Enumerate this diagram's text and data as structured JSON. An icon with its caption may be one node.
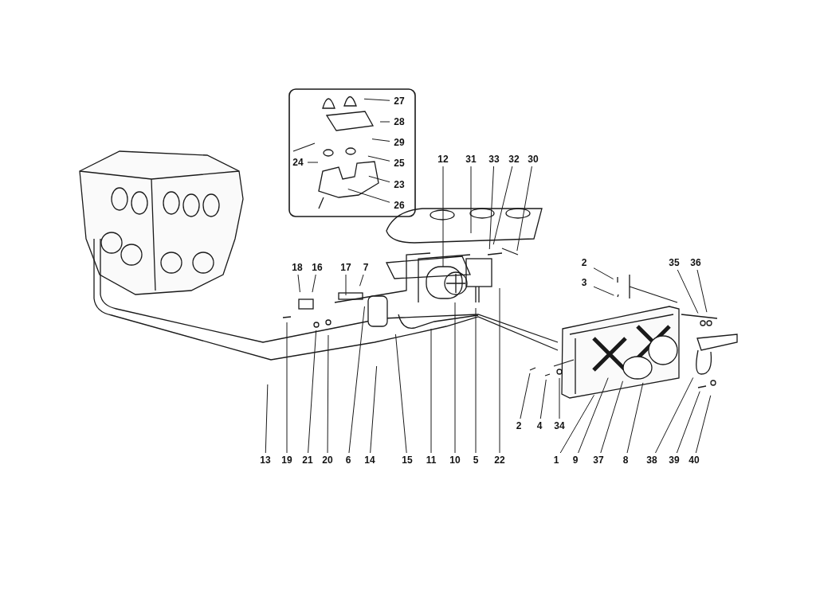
{
  "diagram": {
    "nodes": [
      {
        "text": [
          "27"
        ]
      },
      {
        "text": [
          "28"
        ]
      },
      {
        "text": [
          "29"
        ]
      },
      {
        "text": [
          "24"
        ]
      },
      {
        "text": [
          "25"
        ]
      },
      {
        "text": [
          "23"
        ]
      },
      {
        "text": [
          "26"
        ]
      },
      {
        "text": [
          "12"
        ]
      },
      {
        "text": [
          "31"
        ]
      },
      {
        "text": [
          "33"
        ]
      },
      {
        "text": [
          "32"
        ]
      },
      {
        "text": [
          "30"
        ]
      },
      {
        "text": [
          "18"
        ]
      },
      {
        "text": [
          "16"
        ]
      },
      {
        "text": [
          "17"
        ]
      },
      {
        "text": [
          "7"
        ]
      },
      {
        "text": [
          "2"
        ]
      },
      {
        "text": [
          "3"
        ]
      },
      {
        "text": [
          "35"
        ]
      },
      {
        "text": [
          "36"
        ]
      },
      {
        "text": [
          "2"
        ]
      },
      {
        "text": [
          "4"
        ]
      },
      {
        "text": [
          "34"
        ]
      },
      {
        "text": [
          "13"
        ]
      },
      {
        "text": [
          "19"
        ]
      },
      {
        "text": [
          "21"
        ]
      },
      {
        "text": [
          "20"
        ]
      },
      {
        "text": [
          "6"
        ]
      },
      {
        "text": [
          "14"
        ]
      },
      {
        "text": [
          "15"
        ]
      },
      {
        "text": [
          "11"
        ]
      },
      {
        "text": [
          "10"
        ]
      },
      {
        "text": [
          "5"
        ]
      },
      {
        "text": [
          "22"
        ]
      },
      {
        "text": [
          "1"
        ]
      },
      {
        "text": [
          "9"
        ]
      },
      {
        "text": [
          "37"
        ]
      },
      {
        "text": [
          "8"
        ]
      },
      {
        "text": [
          "38"
        ]
      },
      {
        "text": [
          "39"
        ]
      },
      {
        "text": [
          "40"
        ]
      }
    ],
    "edges": [
      {
        "from": 0,
        "to": null,
        "arrow": "none"
      },
      {
        "from": 1,
        "to": null,
        "arrow": "none"
      },
      {
        "from": 2,
        "to": null,
        "arrow": "none"
      },
      {
        "from": 3,
        "to": null,
        "arrow": "none"
      },
      {
        "from": 4,
        "to": null,
        "arrow": "none"
      },
      {
        "from": 5,
        "to": null,
        "arrow": "none"
      },
      {
        "from": 6,
        "to": null,
        "arrow": "none"
      },
      {
        "from": 7,
        "to": null,
        "arrow": "none"
      },
      {
        "from": 8,
        "to": null,
        "arrow": "none"
      },
      {
        "from": 9,
        "to": null,
        "arrow": "none"
      },
      {
        "from": 10,
        "to": null,
        "arrow": "none"
      },
      {
        "from": 11,
        "to": null,
        "arrow": "none"
      },
      {
        "from": 12,
        "to": null,
        "arrow": "none"
      },
      {
        "from": 13,
        "to": null,
        "arrow": "none"
      },
      {
        "from": 14,
        "to": null,
        "arrow": "none"
      },
      {
        "from": 15,
        "to": null,
        "arrow": "none"
      },
      {
        "from": 16,
        "to": null,
        "arrow": "none"
      },
      {
        "from": 17,
        "to": null,
        "arrow": "none"
      },
      {
        "from": 18,
        "to": null,
        "arrow": "none"
      },
      {
        "from": 19,
        "to": null,
        "arrow": "none"
      },
      {
        "from": 20,
        "to": null,
        "arrow": "none"
      },
      {
        "from": 21,
        "to": null,
        "arrow": "none"
      },
      {
        "from": 22,
        "to": null,
        "arrow": "none"
      },
      {
        "from": 23,
        "to": null,
        "arrow": "none"
      },
      {
        "from": 24,
        "to": null,
        "arrow": "none"
      },
      {
        "from": 25,
        "to": null,
        "arrow": "none"
      },
      {
        "from": 26,
        "to": null,
        "arrow": "none"
      },
      {
        "from": 27,
        "to": null,
        "arrow": "none"
      },
      {
        "from": 28,
        "to": null,
        "arrow": "none"
      },
      {
        "from": 29,
        "to": null,
        "arrow": "none"
      },
      {
        "from": 30,
        "to": null,
        "arrow": "none"
      },
      {
        "from": 31,
        "to": null,
        "arrow": "none"
      },
      {
        "from": 32,
        "to": null,
        "arrow": "none"
      },
      {
        "from": 33,
        "to": null,
        "arrow": "none"
      },
      {
        "from": 34,
        "to": null,
        "arrow": "none"
      },
      {
        "from": 35,
        "to": null,
        "arrow": "none"
      },
      {
        "from": 36,
        "to": null,
        "arrow": "none"
      },
      {
        "from": 37,
        "to": null,
        "arrow": "none"
      },
      {
        "from": 38,
        "to": null,
        "arrow": "none"
      },
      {
        "from": 39,
        "to": null,
        "arrow": "none"
      },
      {
        "from": 40,
        "to": null,
        "arrow": "none"
      }
    ]
  }
}
